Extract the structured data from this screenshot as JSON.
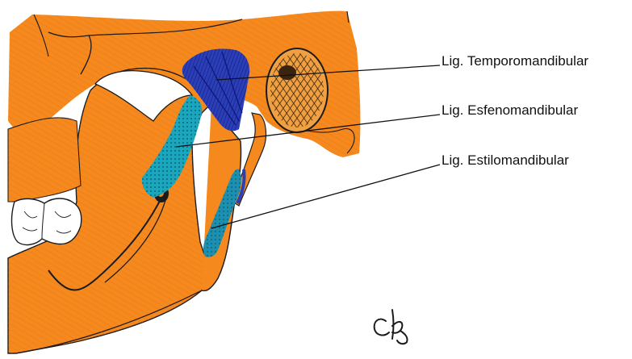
{
  "labels": {
    "temporomandibular": "Lig. Temporomandibular",
    "esfenomandibular": "Lig. Esfenomandibular",
    "estilomandibular": "Lig. Estilomandibular"
  },
  "signature": "clk",
  "colors": {
    "bone": "#f5891e",
    "bone_shadow": "#e9761a",
    "temporomandibular_ligament": "#2b3fb7",
    "sphenomandibular_ligament": "#1aa7bd",
    "stylomandibular_ligament": "#1d8fb0",
    "outline": "#1b1b1b"
  }
}
